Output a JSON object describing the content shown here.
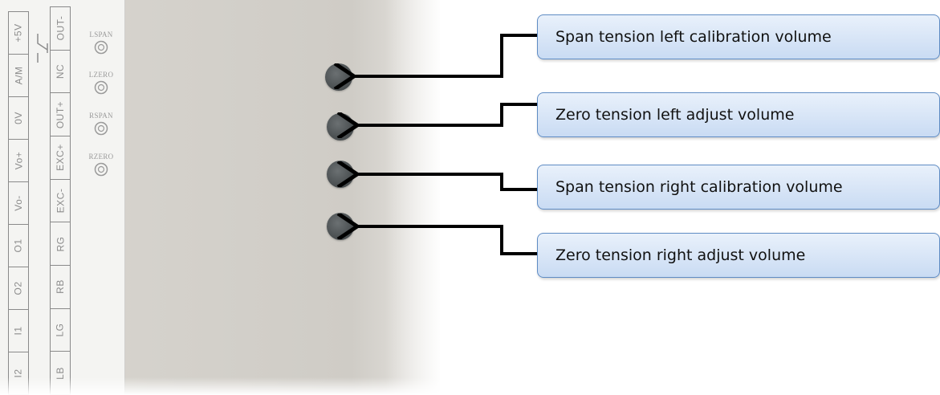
{
  "panel": {
    "left_terminals": [
      "+5V",
      "A/M",
      "0V",
      "Vo+",
      "Vo-",
      "O1",
      "O2",
      "I1",
      "I2"
    ],
    "right_terminals": [
      "OUT-",
      "NC",
      "OUT+",
      "EXC+",
      "EXC-",
      "RG",
      "RB",
      "LG",
      "LB"
    ],
    "pots": [
      "LSPAN",
      "LZERO",
      "RSPAN",
      "RZERO"
    ]
  },
  "callouts": [
    "Span tension left calibration volume",
    "Zero tension left adjust volume",
    "Span tension right calibration volume",
    "Zero tension right adjust volume"
  ],
  "colors": {
    "callout_fill_top": "#e9f1fb",
    "callout_fill_bottom": "#c9dbf3",
    "callout_border": "#5f8cc4",
    "arrow": "#000000",
    "knob": "#4e5355"
  }
}
